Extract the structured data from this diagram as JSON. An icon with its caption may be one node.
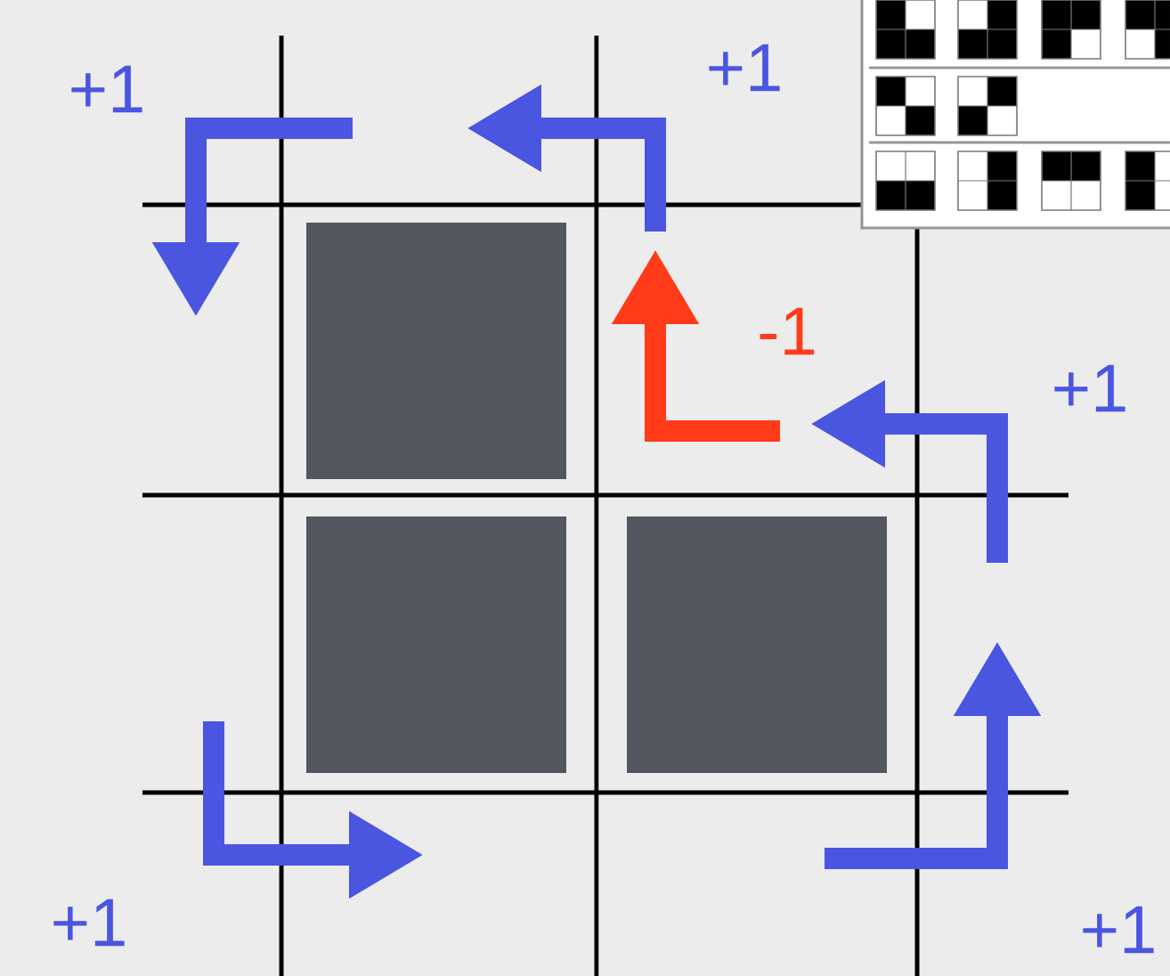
{
  "diagram": {
    "nodes": [
      {
        "text": [],
        "shape": "box"
      },
      {
        "text": [],
        "shape": "box"
      },
      {
        "text": [],
        "shape": "box"
      }
    ],
    "labels": [
      "+1",
      "+1",
      "-1",
      "+1",
      "+1",
      "+1"
    ]
  }
}
